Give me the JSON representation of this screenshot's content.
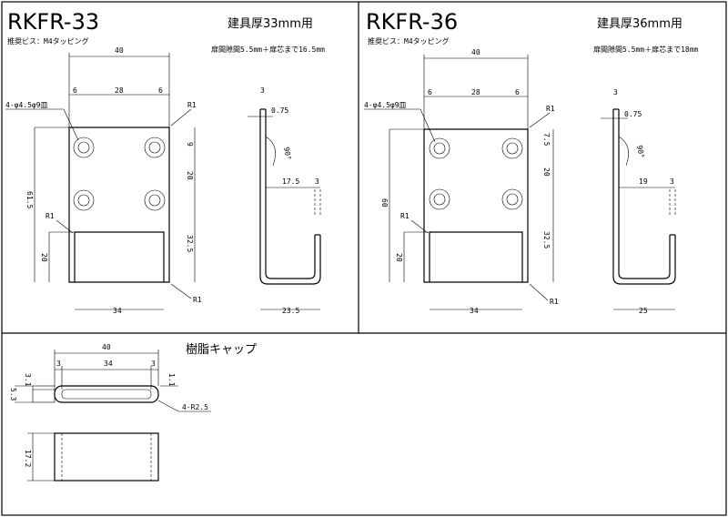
{
  "left": {
    "model": "RKFR-33",
    "door_spec": "建具厚33mm用",
    "screw_note": "推奨ビス：M4タッピング",
    "gap_note": "扉間隙間5.5mm＋扉芯まで16.5mm",
    "front_dims": {
      "total_width": "40",
      "edge_left": "6",
      "hole_span": "28",
      "edge_right": "6",
      "holes": "4-φ4.5φ9皿",
      "corner_top": "R1",
      "corner_inner": "R1",
      "corner_bottom": "R1",
      "height_total": "61.5",
      "hole_top": "9",
      "hole_span_v": "20",
      "slot_height": "32.5",
      "slot_side": "20",
      "bottom_width": "34"
    },
    "side_dims": {
      "thickness": "3",
      "offset": "0.75",
      "angle": "90°",
      "reach": "17.5",
      "end_thickness": "3",
      "bottom_width": "23.5"
    }
  },
  "right": {
    "model": "RKFR-36",
    "door_spec": "建具厚36mm用",
    "screw_note": "推奨ビス：M4タッピング",
    "gap_note": "扉間隙間5.5mm＋扉芯まで18mm",
    "front_dims": {
      "total_width": "40",
      "edge_left": "6",
      "hole_span": "28",
      "edge_right": "6",
      "holes": "4-φ4.5φ9皿",
      "corner_top": "R1",
      "corner_inner": "R1",
      "corner_bottom": "R1",
      "height_total": "60",
      "hole_top": "7.5",
      "hole_span_v": "20",
      "slot_height": "32.5",
      "slot_side": "20",
      "bottom_width": "34"
    },
    "side_dims": {
      "thickness": "3",
      "offset": "0.75",
      "angle": "90°",
      "reach": "19",
      "end_thickness": "3",
      "bottom_width": "25"
    }
  },
  "cap": {
    "title": "樹脂キャップ",
    "total_width": "40",
    "edge_left": "3",
    "inner": "34",
    "edge_right": "3",
    "top_thickness": "3.1",
    "lip": "1.1",
    "height": "5.3",
    "corner": "4-R2.5",
    "depth": "17.2"
  }
}
